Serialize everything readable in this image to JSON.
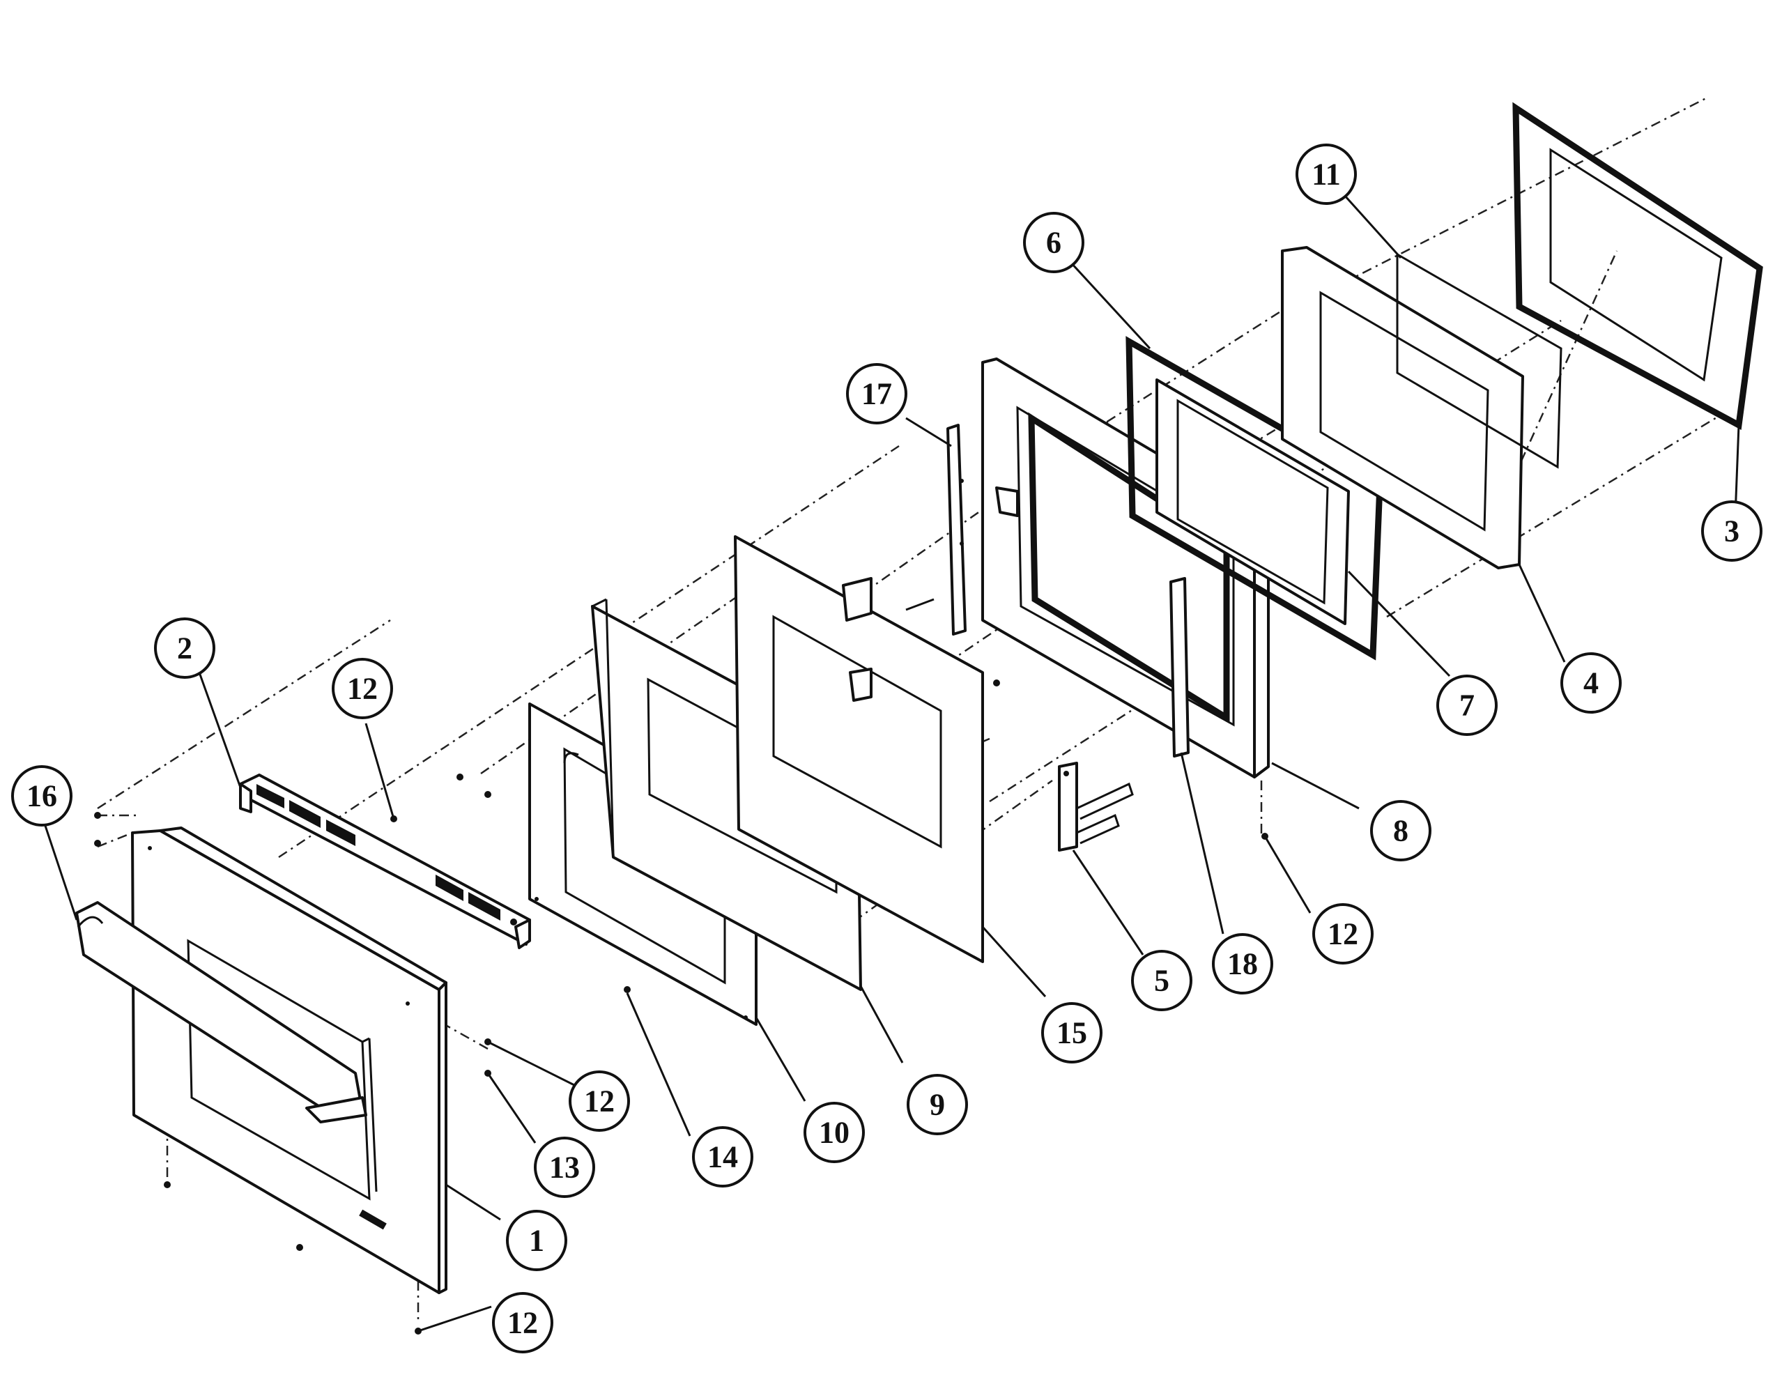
{
  "callouts": [
    {
      "label": "1"
    },
    {
      "label": "2"
    },
    {
      "label": "3"
    },
    {
      "label": "4"
    },
    {
      "label": "5"
    },
    {
      "label": "6"
    },
    {
      "label": "7"
    },
    {
      "label": "8"
    },
    {
      "label": "9"
    },
    {
      "label": "10"
    },
    {
      "label": "11"
    },
    {
      "label": "12"
    },
    {
      "label": "12"
    },
    {
      "label": "12"
    },
    {
      "label": "12"
    },
    {
      "label": "13"
    },
    {
      "label": "14"
    },
    {
      "label": "15"
    },
    {
      "label": "16"
    },
    {
      "label": "17"
    },
    {
      "label": "18"
    }
  ]
}
